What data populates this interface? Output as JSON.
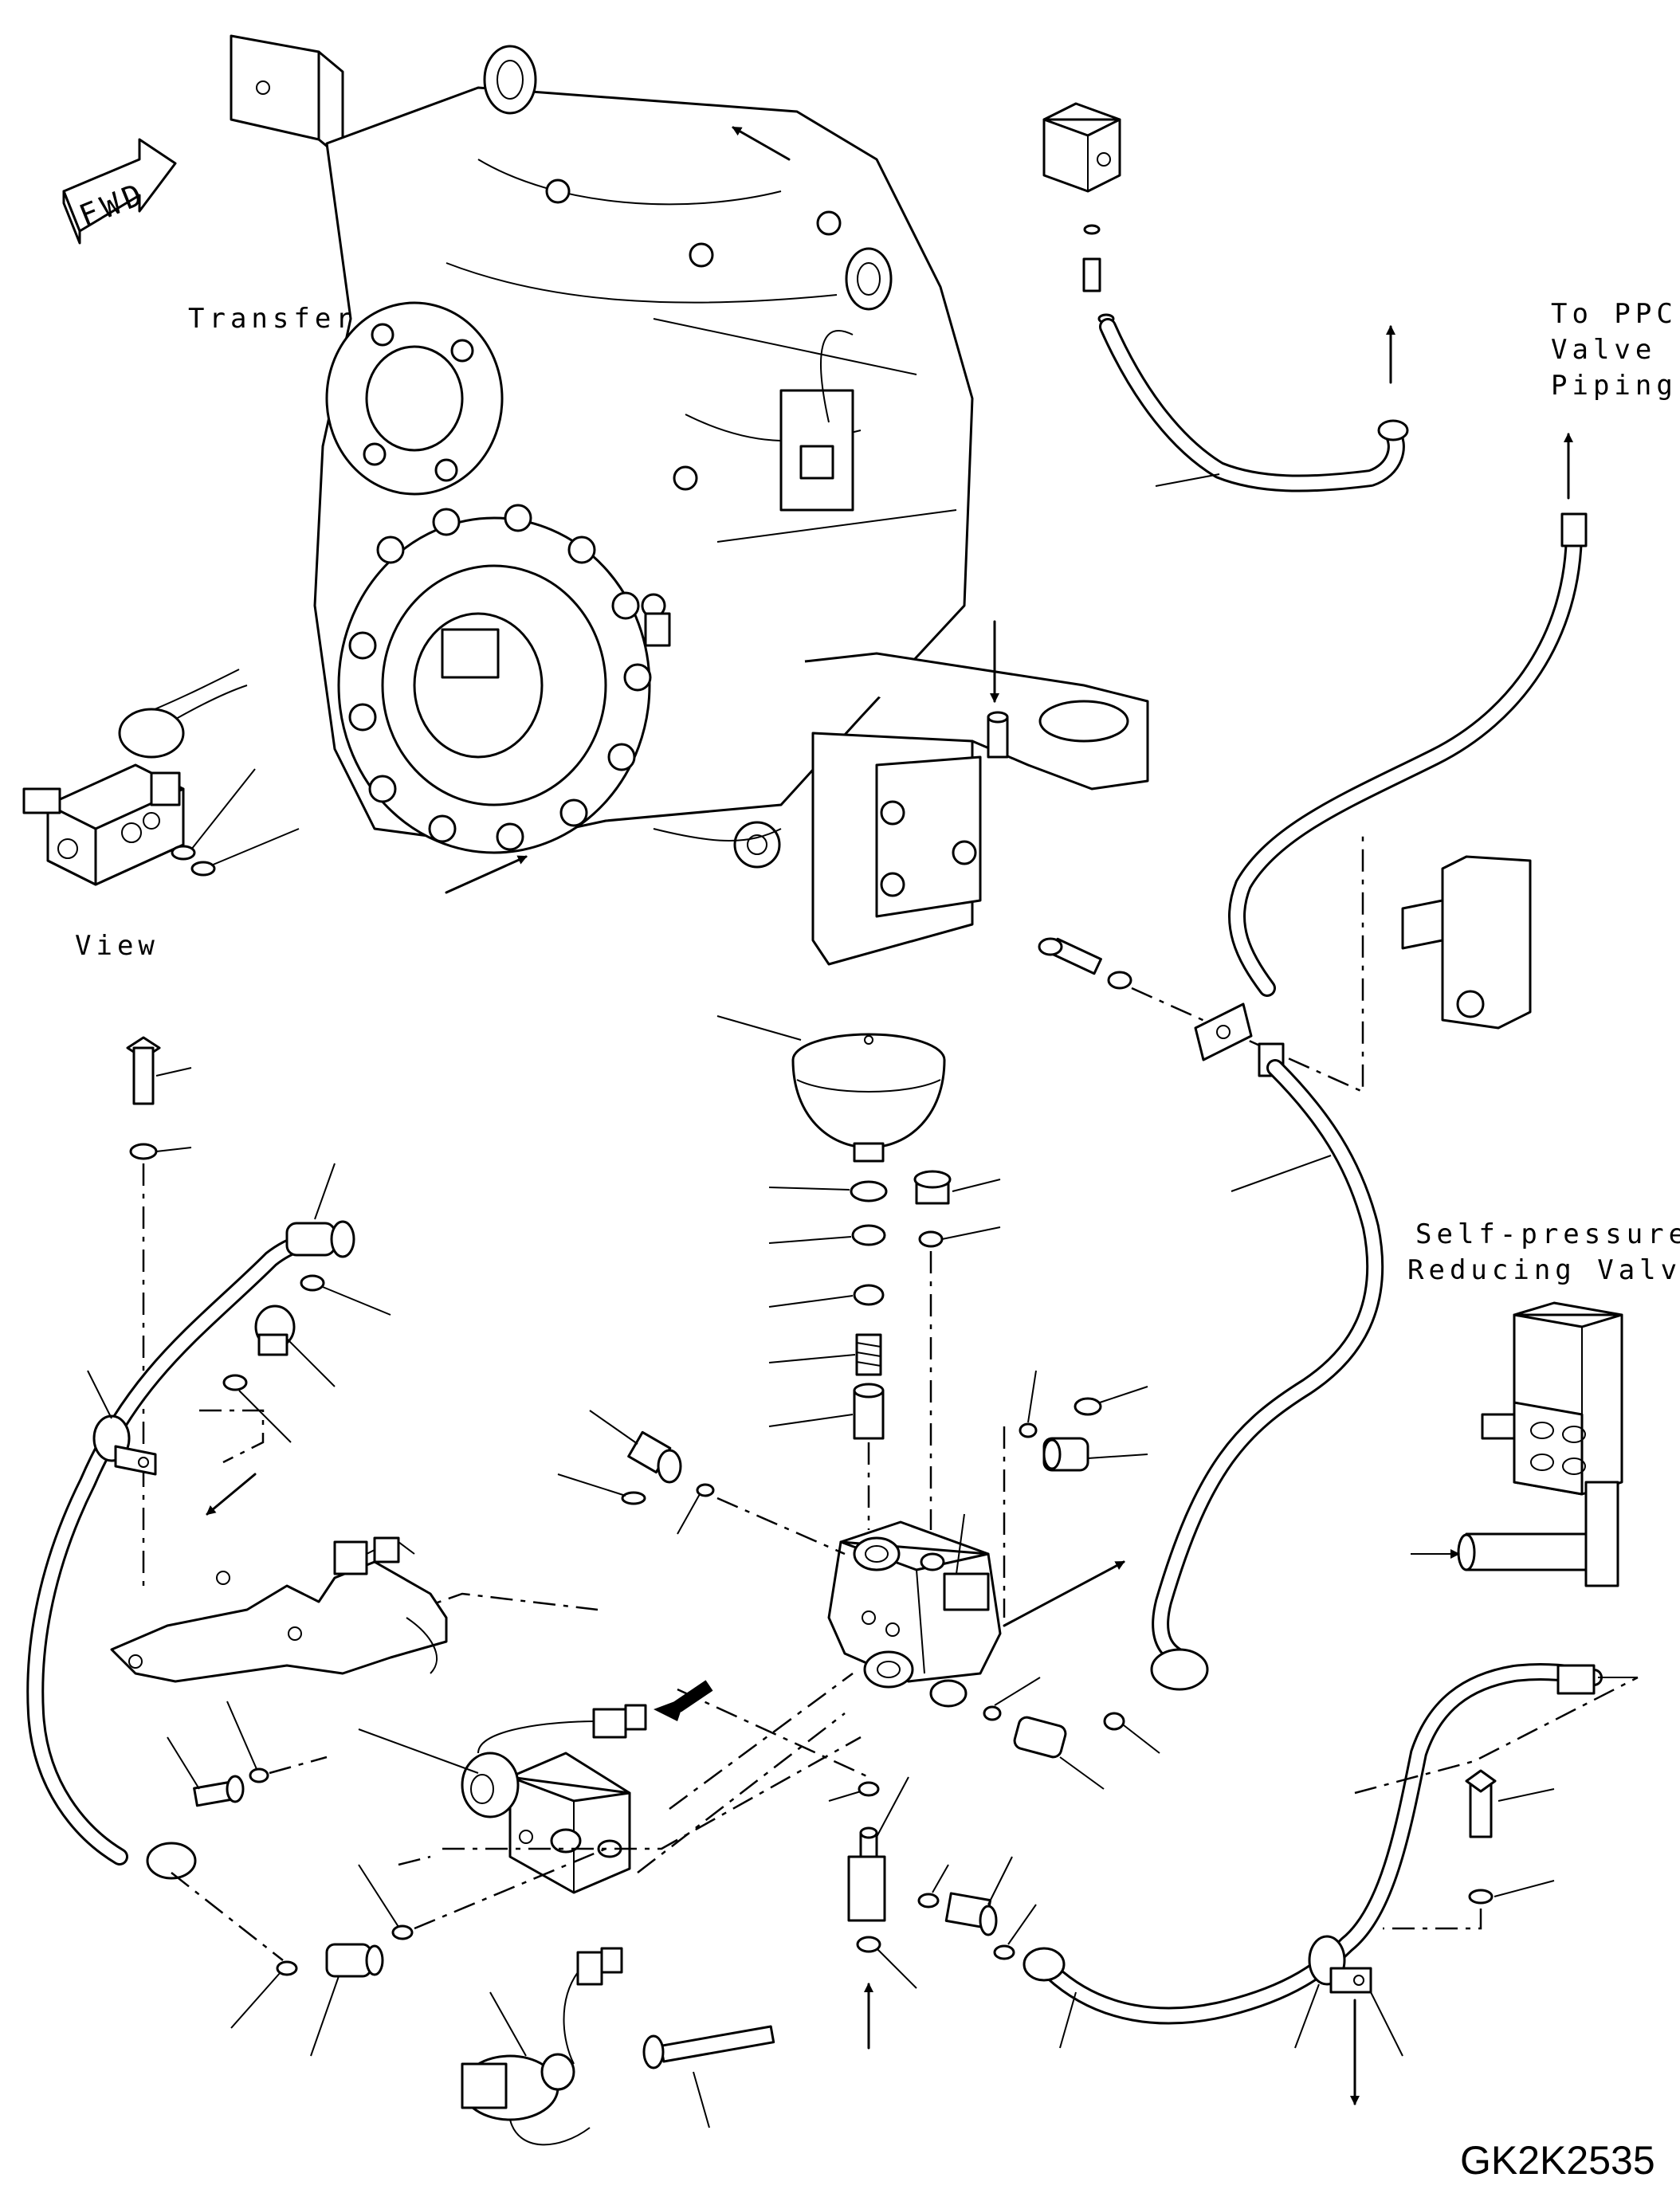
{
  "labels": {
    "fwd": "FWD",
    "transfer": "Transfer",
    "view": "View",
    "to_ppc_line1": "To PPC",
    "to_ppc_line2": "Valve",
    "to_ppc_line3": "Piping",
    "self_pressure_line1": "Self-pressure",
    "self_pressure_line2": "Reducing Valve",
    "drawing_code": "GK2K2535"
  }
}
